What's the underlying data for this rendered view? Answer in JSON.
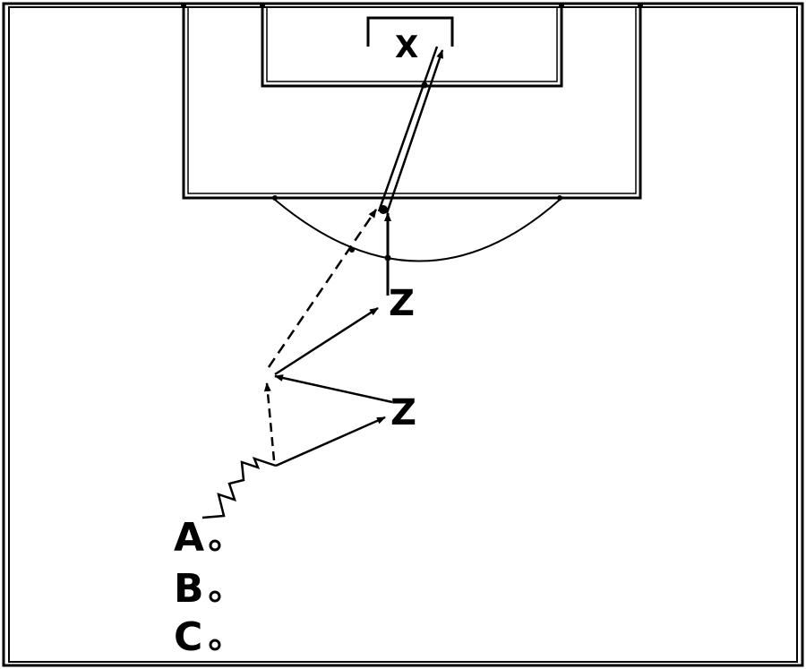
{
  "labels": {
    "goalkeeper": "X",
    "defender_top": "Z",
    "defender_mid": "Z",
    "player_a": "A",
    "player_b": "B",
    "player_c": "C"
  },
  "colors": {
    "lines": "#000000",
    "field": "#ffffff"
  }
}
